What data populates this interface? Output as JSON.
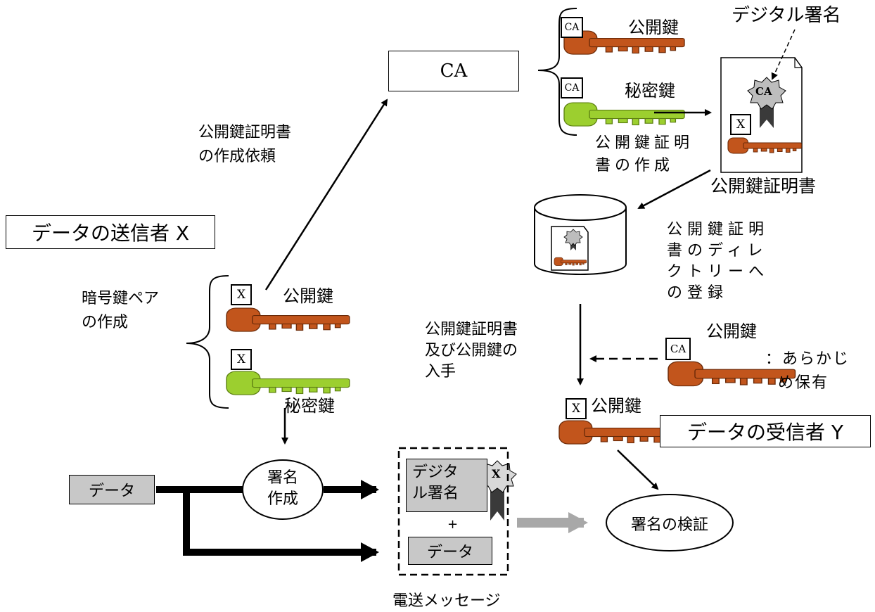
{
  "ca_box": "CA",
  "sender_box": "データの送信者 X",
  "receiver_box": "データの受信者 Y",
  "data_box_left": "データ",
  "ellipse_create": [
    "署名",
    "作成"
  ],
  "ellipse_verify": "署名の検証",
  "message_signature": [
    "デジタ",
    "ル署名"
  ],
  "message_plus": "+",
  "message_data": "データ",
  "message_caption": "電送メッセージ",
  "request_label": [
    "公開鍵証明書",
    "の作成依頼"
  ],
  "keypair_label": [
    "暗号鍵ペア",
    "の作成"
  ],
  "sender_public_key": "公開鍵",
  "sender_private_key": "秘密鍵",
  "ca_public_key": "公開鍵",
  "ca_private_key": "秘密鍵",
  "digital_signature_label": "デジタル署名",
  "create_cert_label": [
    "公開鍵証明",
    "書の作成"
  ],
  "certificate_label": "公開鍵証明書",
  "register_label": [
    "公開鍵証明",
    "書のディレ",
    "クトリーへ",
    "の登録"
  ],
  "obtain_label": [
    "公開鍵証明書",
    "及び公開鍵の",
    "入手"
  ],
  "ca_key_bottom_label": "公開鍵",
  "preheld_label": [
    "：あらかじ",
    "め保有"
  ],
  "receiver_public_key": "公開鍵",
  "badge_ca": "CA",
  "badge_x": "X",
  "colors": {
    "public_key": "#c2551c",
    "private_key": "#9ccf2f",
    "thick_arrow": "#000000",
    "gray_arrow": "#a8a8a8",
    "data_box_fill": "#c8c8c8",
    "ribbon": "#3a3a3a",
    "rosette": "#bdbdbd"
  }
}
